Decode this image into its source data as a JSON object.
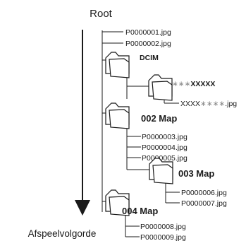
{
  "root_label": "Root",
  "order_label": "Afspeelvolgorde",
  "root_files": [
    "P0000001.jpg",
    "P0000002.jpg"
  ],
  "dcim": {
    "name": "DCIM",
    "subfolder": {
      "stars": "∗∗∗",
      "name": "XXXXX"
    },
    "file": {
      "name": "XXXX",
      "stars": "∗∗∗∗",
      "ext": ".jpg"
    }
  },
  "map002": {
    "name": "002 Map",
    "files": [
      "P0000003.jpg",
      "P0000004.jpg",
      "P0000005.jpg"
    ]
  },
  "map003": {
    "name": "003 Map",
    "files": [
      "P0000006.jpg",
      "P0000007.jpg"
    ]
  },
  "map004": {
    "name": "004 Map",
    "files": [
      "P0000008.jpg",
      "P0000009.jpg"
    ]
  }
}
